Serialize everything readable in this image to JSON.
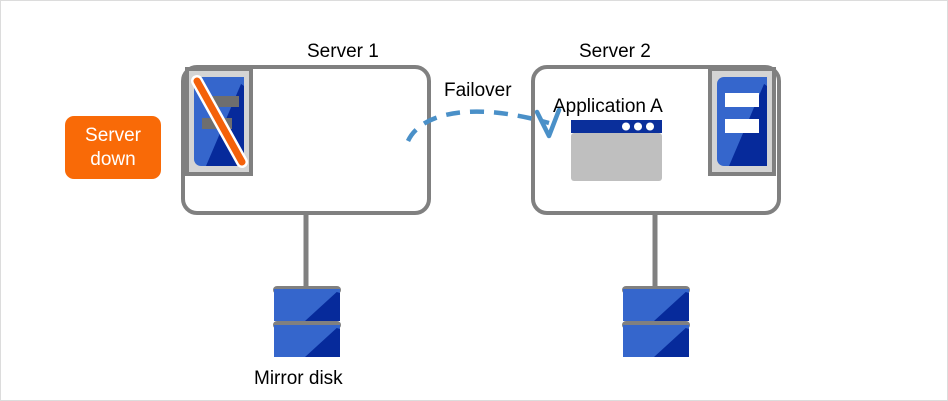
{
  "diagram": {
    "title_server1": "Server 1",
    "title_server2": "Server 2",
    "failover_label": "Failover",
    "application_label": "Application A",
    "mirror_disk_label": "Mirror disk",
    "status_badge": {
      "line1": "Server",
      "line2": "down"
    }
  },
  "colors": {
    "canvas_background": "#ffffff",
    "canvas_border": "#dcdcdc",
    "box_stroke": "#808080",
    "connector_line": "#808080",
    "badge_background": "#f96a07",
    "badge_text": "#ffffff",
    "arrow_blue": "#4a90c8",
    "icon_frame_fill": "#d4d4d4",
    "icon_frame_stroke": "#808080",
    "server_blue_light": "#3566cc",
    "server_blue_dark": "#062a9b",
    "server_bar_gray": "#6e6e6e",
    "server_bar_white": "#ffffff",
    "slash_orange": "#f4610a",
    "slash_outline": "#ffffff",
    "app_titlebar": "#0a2f9b",
    "app_body": "#bfbfbf",
    "app_dot": "#ffffff",
    "disk_bar_gray": "#808080",
    "disk_blue_light": "#3566cc",
    "disk_blue_dark": "#062a9b",
    "text": "#000000"
  },
  "icons": {
    "server1": "server-down-icon",
    "server2": "server-active-icon",
    "app_window": "application-window-icon",
    "disk1": "mirror-disk-stack-icon",
    "disk2": "mirror-disk-stack-icon",
    "failover_arrow": "failover-dashed-arrow-icon"
  }
}
